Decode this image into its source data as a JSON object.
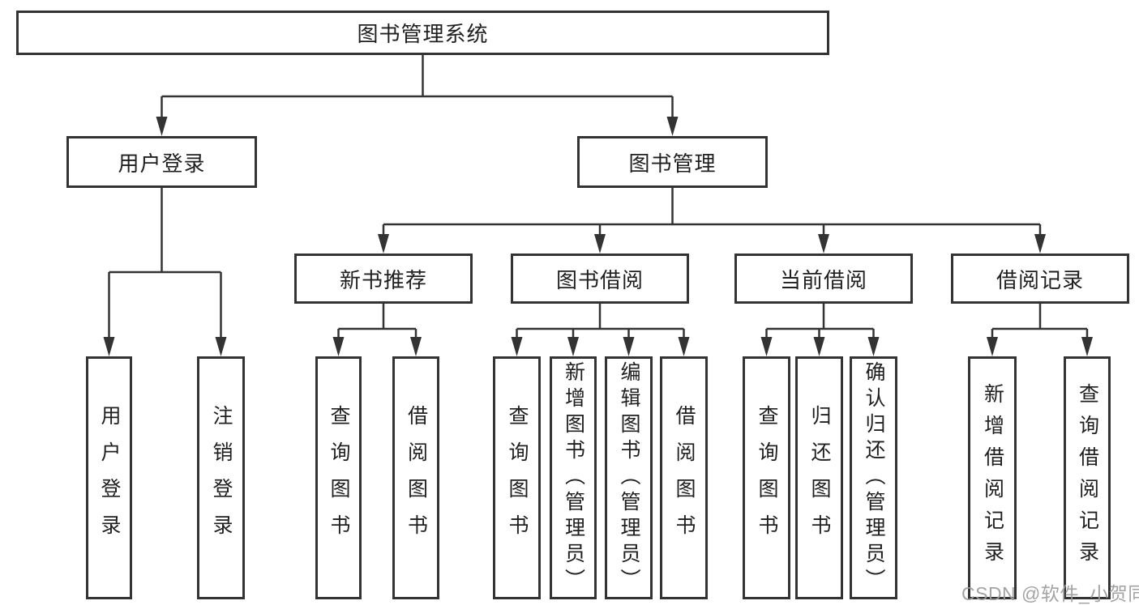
{
  "nodes": {
    "root": "图书管理系统",
    "user_login": "用户登录",
    "book_mgmt": "图书管理",
    "new_book_rec": "新书推荐",
    "book_borrow": "图书借阅",
    "current_borrow": "当前借阅",
    "borrow_records": "借阅记录",
    "leaf_user_login": "用户登录",
    "leaf_logout": "注销登录",
    "leaf_query_book_1": "查询图书",
    "leaf_borrow_book_1": "借阅图书",
    "leaf_query_book_2": "查询图书",
    "leaf_add_book": "新增图书（管理员）",
    "leaf_edit_book": "编辑图书（管理员）",
    "leaf_borrow_book_2": "借阅图书",
    "leaf_query_book_3": "查询图书",
    "leaf_return_book": "归还图书",
    "leaf_confirm_return": "确认归还（管理员）",
    "leaf_add_borrow_record": "新增借阅记录",
    "leaf_query_borrow_record": "查询借阅记录"
  },
  "hierarchy": {
    "图书管理系统": {
      "用户登录": [
        "用户登录",
        "注销登录"
      ],
      "图书管理": {
        "新书推荐": [
          "查询图书",
          "借阅图书"
        ],
        "图书借阅": [
          "查询图书",
          "新增图书（管理员）",
          "编辑图书（管理员）",
          "借阅图书"
        ],
        "当前借阅": [
          "查询图书",
          "归还图书",
          "确认归还（管理员）"
        ],
        "借阅记录": [
          "新增借阅记录",
          "查询借阅记录"
        ]
      }
    }
  },
  "colors": {
    "line": "#333333",
    "text": "#1f1f1f",
    "background": "#ffffff",
    "watermark": "#9e9e9e"
  },
  "watermark": "CSDN @软件_小贺同学"
}
